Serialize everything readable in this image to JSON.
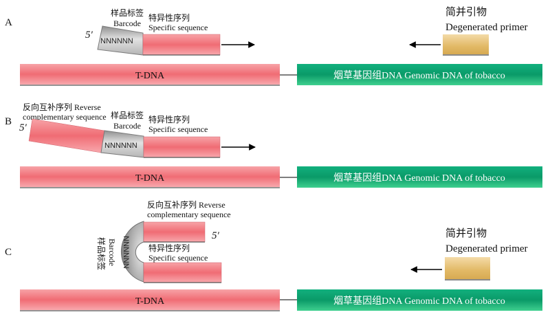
{
  "labels": {
    "barcode_zh": "样品标签",
    "barcode_en": "Barcode",
    "specific_zh": "特异性序列",
    "specific_en": "Specific sequence",
    "reverse_line1": "反向互补序列 Reverse",
    "reverse_line2": "complementary sequence",
    "primer_zh": "简并引物",
    "primer_en": "Degenerated primer",
    "tdna": "T-DNA",
    "tobacco": "烟草基因组DNA Genomic DNA of tobacco"
  },
  "panel_a": {
    "letter": "A",
    "five_prime": "5′",
    "barcode_code": "NNNNNN"
  },
  "panel_b": {
    "letter": "B",
    "five_prime": "5′",
    "barcode_code": "NNNNNN"
  },
  "panel_c": {
    "letter": "C",
    "five_prime": "5′",
    "barcode_code": "NNNNNN"
  },
  "colors": {
    "tdna_red": "#f06c74",
    "tobacco_green": "#0a9a68",
    "barcode_gray": "#b4b4b4",
    "primer_gold": "#e2b966"
  }
}
